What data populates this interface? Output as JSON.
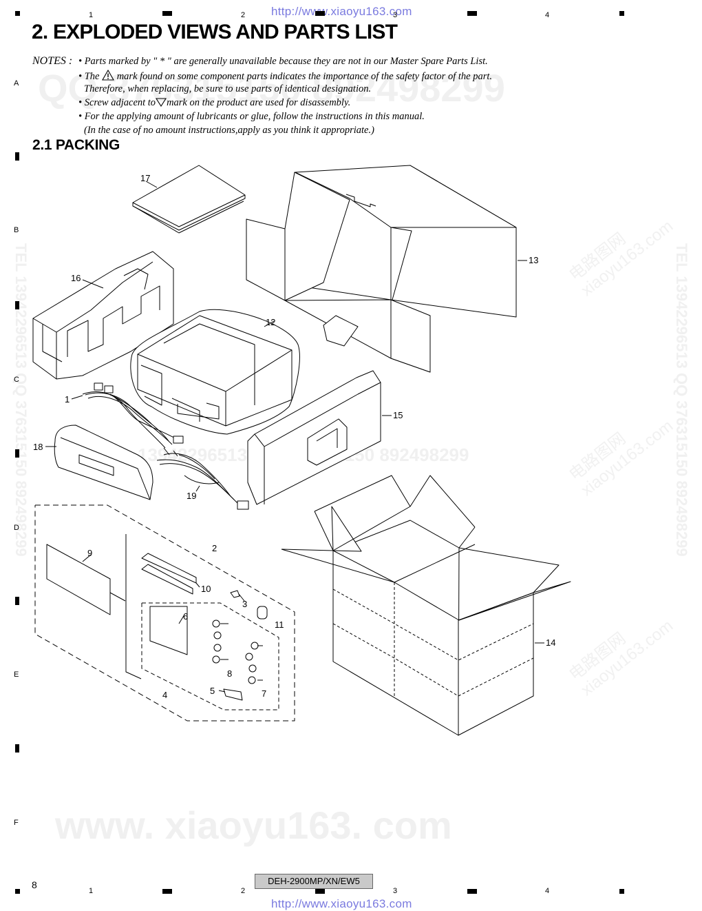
{
  "header": {
    "url": "http://www.xiaoyu163.com"
  },
  "footer": {
    "url": "http://www.xiaoyu163.com",
    "model": "DEH-2900MP/XN/EW5",
    "page_number": "8"
  },
  "grid": {
    "columns": [
      "1",
      "2",
      "3",
      "4"
    ],
    "rows": [
      "A",
      "B",
      "C",
      "D",
      "E",
      "F"
    ]
  },
  "title": "2. EXPLODED VIEWS AND PARTS LIST",
  "notes": {
    "label": "NOTES :",
    "line1": "• Parts marked by  \" * \"  are generally unavailable because they are not in our Master Spare Parts List.",
    "line2_a": "• The",
    "line2_b": "mark found on some component parts indicates the importance of the safety factor of the part.",
    "line3": "Therefore, when replacing, be sure to use parts of identical designation.",
    "line4_a": "• Screw adjacent to",
    "line4_b": "mark on the product are used for disassembly.",
    "line5": "• For the applying amount of lubricants or glue, follow the instructions in this manual.",
    "line6": "(In the case of no amount instructions,apply as you think it appropriate.)"
  },
  "section": {
    "title": "2.1  PACKING"
  },
  "callouts": [
    "1",
    "2",
    "3",
    "4",
    "5",
    "6",
    "7",
    "8",
    "9",
    "10",
    "11",
    "12",
    "13",
    "14",
    "15",
    "16",
    "17",
    "18",
    "19"
  ],
  "watermarks": {
    "top": "QQ 376315150  892498299",
    "mid": "13942296513  QQ  376315150  892498299",
    "bottom": "www. xiaoyu163. com",
    "side": "TEL 13942296513  QQ 376315150  892498299",
    "diag1": "电路图网",
    "diag2": "xiaoyu163.com"
  }
}
